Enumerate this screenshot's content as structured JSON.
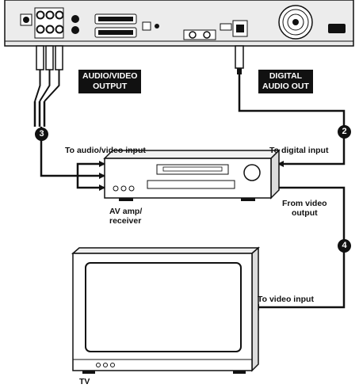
{
  "colors": {
    "line": "#111111",
    "panel": "#e6e6e6",
    "ink": "#111111",
    "tag_bg": "#111111",
    "tag_text": "#ffffff"
  },
  "icons": [
    "recorder-rear-panel",
    "av-receiver-icon",
    "tv-icon",
    "rca-plug-icon",
    "optical-plug-icon",
    "arrowhead-icon"
  ],
  "tags": {
    "av_output": [
      "AUDIO/VIDEO",
      "OUTPUT"
    ],
    "digital_out": [
      "DIGITAL",
      "AUDIO OUT"
    ]
  },
  "steps": {
    "two": "2",
    "three": "3",
    "four": "4"
  },
  "labels": {
    "to_av_input": "To audio/video input",
    "to_digital_input": "To digital input",
    "from_video_output": [
      "From video",
      "output"
    ],
    "av_amp": [
      "AV amp/",
      "receiver"
    ],
    "to_video_input": "To video input",
    "tv": "TV"
  }
}
